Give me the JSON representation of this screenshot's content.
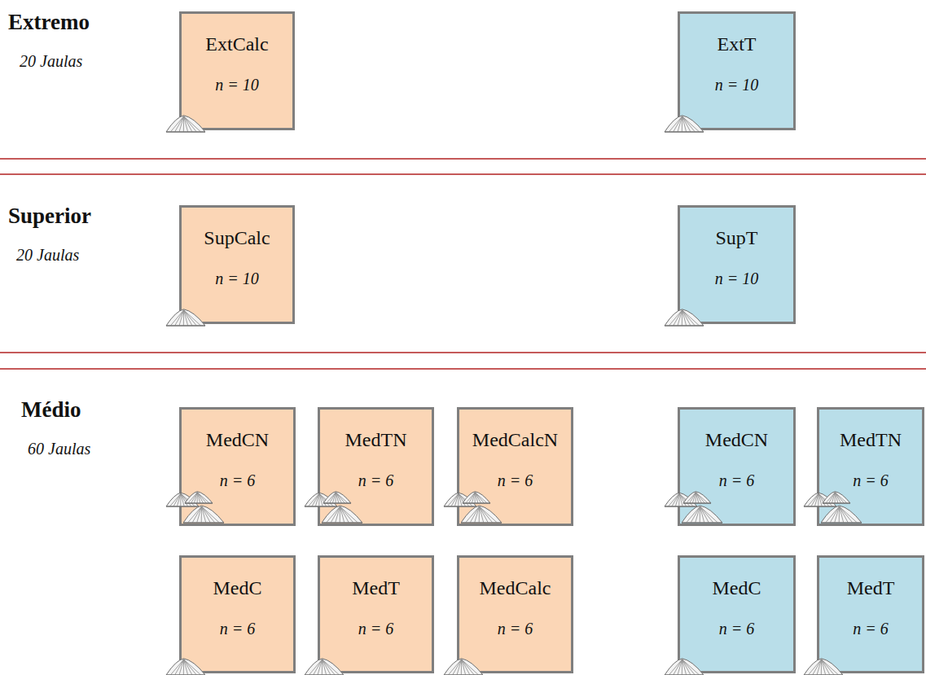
{
  "diagram": {
    "nodes": [
      {
        "text": [
          "ExtCalc",
          "n = 10"
        ]
      },
      {
        "text": [
          "ExtT",
          "n = 10"
        ]
      },
      {
        "text": [
          "SupCalc",
          "n = 10"
        ]
      },
      {
        "text": [
          "SupT",
          "n = 10"
        ]
      },
      {
        "text": [
          "MedCN",
          "n = 6"
        ]
      },
      {
        "text": [
          "MedTN",
          "n = 6"
        ]
      },
      {
        "text": [
          "MedCalcN",
          "n = 6"
        ]
      },
      {
        "text": [
          "MedCN",
          "n = 6"
        ]
      },
      {
        "text": [
          "MedTN",
          "n = 6"
        ]
      },
      {
        "text": [
          "MedC",
          "n = 6"
        ]
      },
      {
        "text": [
          "MedT",
          "n = 6"
        ]
      },
      {
        "text": [
          "MedCalc",
          "n = 6"
        ]
      },
      {
        "text": [
          "MedC",
          "n = 6"
        ]
      },
      {
        "text": [
          "MedT",
          "n = 6"
        ]
      }
    ],
    "labels": [
      "Extremo",
      "20 Jaulas",
      "Superior",
      "20 Jaulas",
      "Médio",
      "60 Jaulas"
    ]
  }
}
